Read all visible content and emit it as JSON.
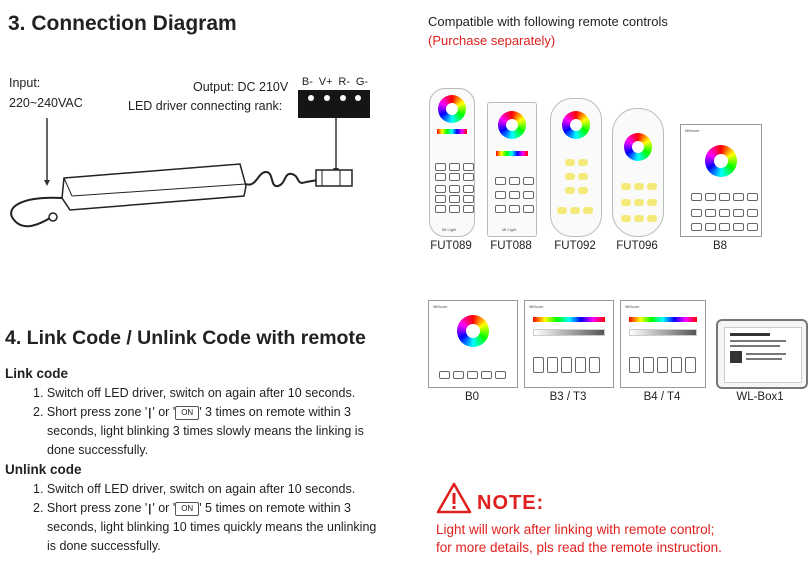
{
  "connection": {
    "title": "3. Connection Diagram",
    "input_label": "Input:",
    "input_value": "220~240VAC",
    "output_label": "Output: DC 210V",
    "rank_label": "LED driver connecting rank:",
    "pins": [
      "B-",
      "V+",
      "R-",
      "G-"
    ]
  },
  "compat": {
    "title": "Compatible with following remote controls",
    "subtitle": "(Purchase separately)",
    "remotes_row1": [
      "FUT089",
      "FUT088",
      "FUT092",
      "FUT096",
      "B8"
    ],
    "remotes_row2": [
      "B0",
      "B3 / T3",
      "B4 / T4",
      "WL-Box1"
    ],
    "brand": "MiBoxer",
    "brand_alt": "Mi·Light"
  },
  "link": {
    "title": "4. Link Code / Unlink Code with remote",
    "link_heading": "Link code",
    "link_step1": "1. Switch off LED driver,  switch on again after 10 seconds.",
    "link_step2a": "2. Short press zone '",
    "link_step2_or": "' or '",
    "link_step2b": "' 3 times on remote within 3",
    "link_step2c": "seconds, light blinking 3 times slowly means the linking is",
    "link_step2d": "done successfully.",
    "unlink_heading": "Unlink code",
    "unlink_step1": "1. Switch off LED driver,  switch on again after 10 seconds.",
    "unlink_step2a": "2. Short press zone '",
    "unlink_step2_or": "' or '",
    "unlink_step2b": "' 5 times on remote within 3",
    "unlink_step2c": "seconds, light blinking 10 times quickly means the unlinking",
    "unlink_step2d": "is done successfully.",
    "zone_key": "|",
    "on_key": "ON"
  },
  "note": {
    "title": "NOTE:",
    "line1": "Light will work after linking with remote control;",
    "line2": "for more details, pls read the remote instruction."
  },
  "colors": {
    "accent_red": "#e0201e",
    "text": "#222222"
  }
}
